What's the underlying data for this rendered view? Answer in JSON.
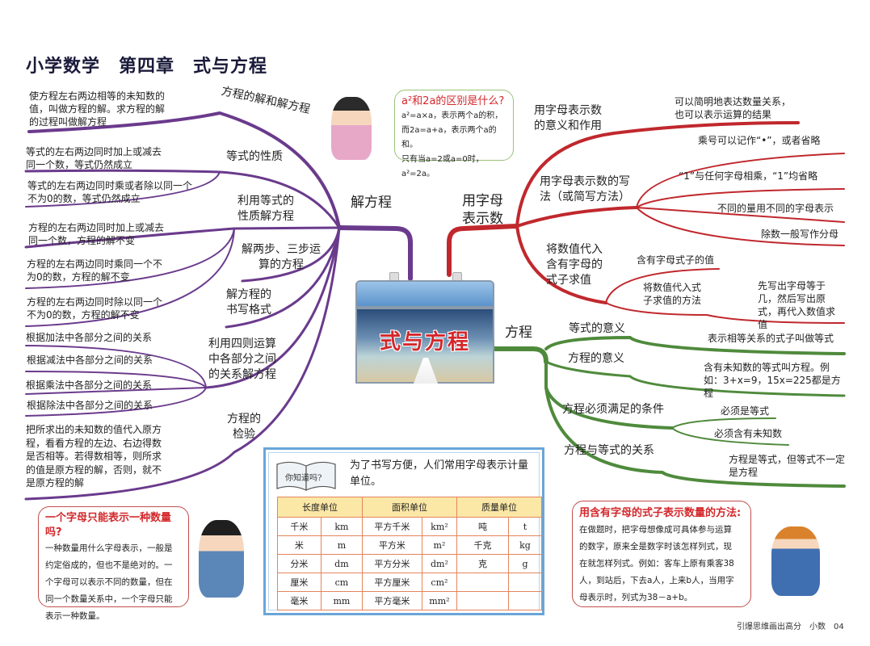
{
  "title": "小学数学　第四章　式与方程",
  "center": {
    "label": "式与方程"
  },
  "branches": {
    "solve": {
      "label": "解方程",
      "color": "#6a3a8c",
      "nodes": [
        {
          "label": "方程的解和解方程",
          "leaves": [
            "使方程左右两边相等的未知数的值，叫做方程的解。求方程的解的过程叫做解方程"
          ]
        },
        {
          "label": "等式的性质",
          "leaves": [
            "等式的左右两边同时加上或减去同一个数，等式仍然成立",
            "等式的左右两边同时乘或者除以同一个不为0的数，等式仍然成立"
          ]
        },
        {
          "label": "利用等式的性质解方程",
          "leaves": [
            "方程的左右两边同时加上或减去同一个数，方程的解不变",
            "方程的左右两边同时乘同一个不为0的数，方程的解不变",
            "方程的左右两边同时除以同一个不为0的数，方程的解不变"
          ]
        },
        {
          "label": "解两步、三步运算的方程",
          "leaves": []
        },
        {
          "label": "解方程的书写格式",
          "leaves": []
        },
        {
          "label": "利用四则运算中各部分之间的关系解方程",
          "leaves": [
            "根据加法中各部分之间的关系",
            "根据减法中各部分之间的关系",
            "根据乘法中各部分之间的关系",
            "根据除法中各部分之间的关系"
          ]
        },
        {
          "label": "方程的检验",
          "leaves": [
            "把所求出的未知数的值代入原方程，看看方程的左边、右边得数是否相等。若得数相等，则所求的值是原方程的解，否则，就不是原方程的解"
          ]
        }
      ]
    },
    "letters": {
      "label": "用字母表示数",
      "color": "#c0282d",
      "nodes": [
        {
          "label": "用字母表示数的意义和作用",
          "leaves": [
            "可以简明地表达数量关系，也可以表示运算的结果"
          ]
        },
        {
          "label": "用字母表示数的写法（或简写方法）",
          "leaves": [
            "乘号可以记作“•”，或者省略",
            "“1”与任何字母相乘，“1”均省略",
            "不同的量用不同的字母表示",
            "除数一般写作分母"
          ]
        },
        {
          "label": "将数值代入含有字母的式子求值",
          "leaves": [
            "含有字母式子的值",
            "将数值代入式子求值的方法"
          ],
          "subleaf": "先写出字母等于几，然后写出原式，再代入数值求值"
        }
      ]
    },
    "equation": {
      "label": "方程",
      "color": "#4f8a3c",
      "nodes": [
        {
          "label": "等式的意义",
          "leaves": [
            "表示相等关系的式子叫做等式"
          ]
        },
        {
          "label": "方程的意义",
          "leaves": [
            "含有未知数的等式叫方程。例如：3+x=9，15x=225都是方程"
          ]
        },
        {
          "label": "方程必须满足的条件",
          "leaves": [
            "必须是等式",
            "必须含有未知数"
          ]
        },
        {
          "label": "方程与等式的关系",
          "leaves": [
            "方程是等式，但等式不一定是方程"
          ]
        }
      ]
    }
  },
  "bubbles": {
    "girl": {
      "question": "a²和2a的区别是什么?",
      "lines": [
        "a²=a×a，表示两个a的积，",
        "而2a=a+a，表示两个a的和。",
        "只有当a=2或a=0时，a²=2a。"
      ]
    },
    "boy": {
      "question": "一个字母只能表示一种数量吗?",
      "lines": [
        "一种数量用什么字母表示，一般是",
        "约定俗成的，但也不是绝对的。一",
        "个字母可以表示不同的数量，但在",
        "同一个数量关系中，一个字母只能",
        "表示一种数量。"
      ]
    },
    "worker": {
      "question": "用含有字母的式子表示数量的方法:",
      "lines": [
        "在做题时，把字母想像成可具体参与运算",
        "的数字，原来全是数字时该怎样列式，现",
        "在就怎样列式。例如：客车上原有乘客38",
        "人，到站后，下去a人，上来b人，当用字",
        "母表示时，列式为38－a+b。"
      ]
    }
  },
  "did_you_know": {
    "badge": "你知道吗?",
    "text": "为了书写方便，人们常用字母表示计量单位。",
    "headers": [
      "长度单位",
      "面积单位",
      "质量单位"
    ],
    "rows": [
      [
        "千米",
        "km",
        "平方千米",
        "km²",
        "吨",
        "t"
      ],
      [
        "米",
        "m",
        "平方米",
        "m²",
        "千克",
        "kg"
      ],
      [
        "分米",
        "dm",
        "平方分米",
        "dm²",
        "克",
        "g"
      ],
      [
        "厘米",
        "cm",
        "平方厘米",
        "cm²",
        "",
        ""
      ],
      [
        "毫米",
        "mm",
        "平方毫米",
        "mm²",
        "",
        ""
      ]
    ]
  },
  "footer": "引爆思维画出高分　小数　04"
}
